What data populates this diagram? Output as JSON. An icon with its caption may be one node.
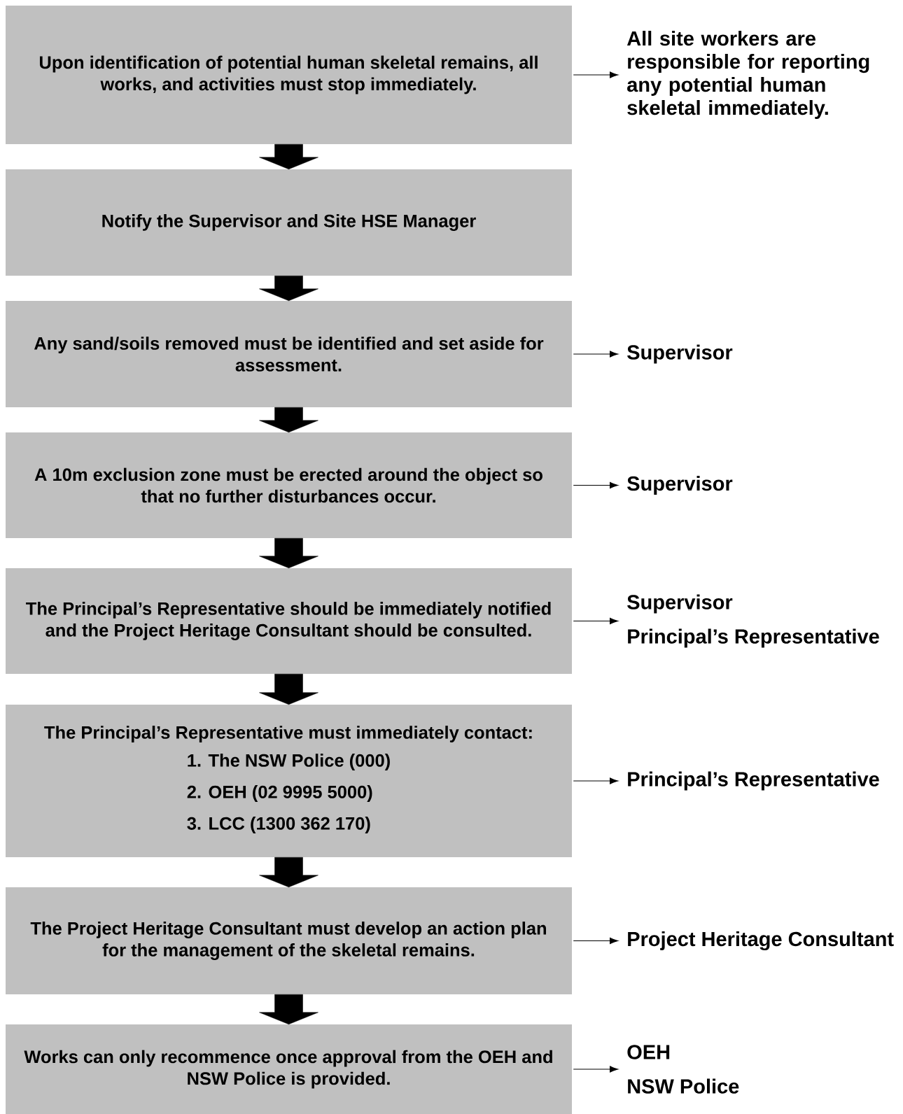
{
  "diagram": {
    "nodes": [
      {
        "text": [
          "Upon identification of potential human skeletal remains, all works, and activities must stop immediately."
        ]
      },
      {
        "text": [
          "All site workers are responsible for reporting any potential human skeletal immediately."
        ]
      },
      {
        "text": [
          "Notify the Supervisor and Site HSE Manager"
        ]
      },
      {
        "text": [
          "Any sand/soils removed must be identified and set aside for assessment."
        ]
      },
      {
        "text": [
          "Supervisor"
        ]
      },
      {
        "text": [
          "A 10m exclusion zone must be erected around the object so that no further disturbances occur."
        ]
      },
      {
        "text": [
          "Supervisor"
        ]
      },
      {
        "text": [
          "The Principal’s Representative should be immediately notified and the Project Heritage Consultant should be consulted."
        ]
      },
      {
        "text": [
          "Supervisor",
          "Principal’s Representative"
        ]
      },
      {
        "text": [
          "The Principal’s Representative must immediately contact:",
          "1. The NSW Police (000)",
          "2. OEH (02 9995 5000)",
          "3. LCC (1300 362 170)"
        ]
      },
      {
        "text": [
          "Principal’s Representative"
        ]
      },
      {
        "text": [
          "The Project Heritage Consultant must develop an action plan for the management of the skeletal remains."
        ]
      },
      {
        "text": [
          "Project Heritage Consultant"
        ]
      },
      {
        "text": [
          "Works can only recommence once approval from the OEH and NSW Police is provided."
        ]
      },
      {
        "text": [
          "OEH",
          "NSW Police"
        ]
      }
    ],
    "edges": [
      {
        "from": 0,
        "to": 1,
        "arrow": "to"
      },
      {
        "from": 0,
        "to": 2,
        "arrow": "to",
        "style": "thick"
      },
      {
        "from": 2,
        "to": 3,
        "arrow": "to",
        "style": "thick"
      },
      {
        "from": 3,
        "to": 4,
        "arrow": "to"
      },
      {
        "from": 3,
        "to": 5,
        "arrow": "to",
        "style": "thick"
      },
      {
        "from": 5,
        "to": 6,
        "arrow": "to"
      },
      {
        "from": 5,
        "to": 7,
        "arrow": "to",
        "style": "thick"
      },
      {
        "from": 7,
        "to": 8,
        "arrow": "to"
      },
      {
        "from": 7,
        "to": 9,
        "arrow": "to",
        "style": "thick"
      },
      {
        "from": 9,
        "to": 10,
        "arrow": "to"
      },
      {
        "from": 9,
        "to": 11,
        "arrow": "to",
        "style": "thick"
      },
      {
        "from": 11,
        "to": 12,
        "arrow": "to"
      },
      {
        "from": 11,
        "to": 13,
        "arrow": "to",
        "style": "thick"
      },
      {
        "from": 13,
        "to": 14,
        "arrow": "to"
      }
    ]
  }
}
